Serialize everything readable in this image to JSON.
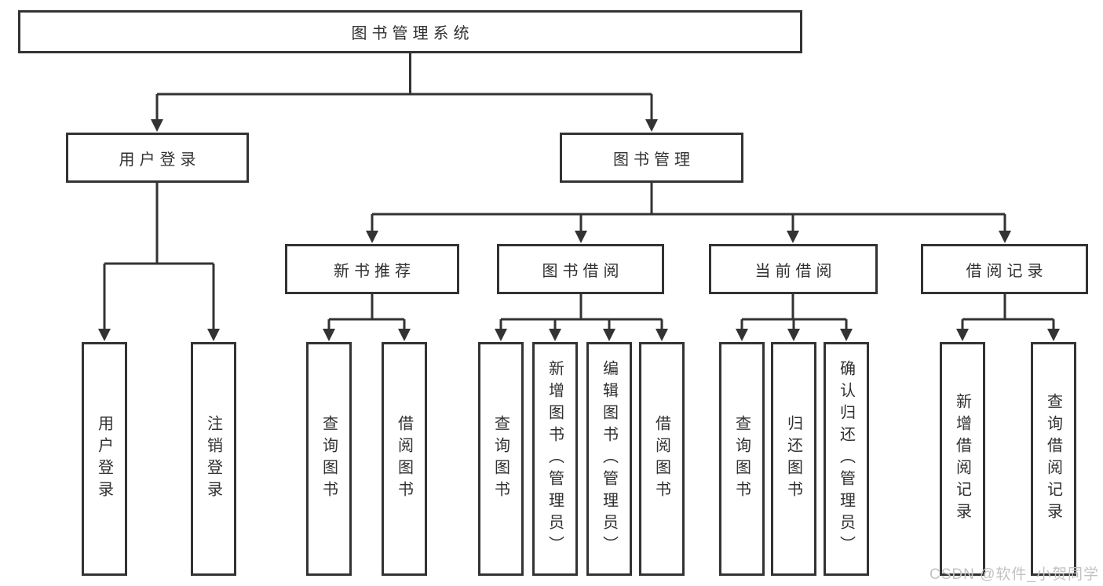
{
  "diagram": {
    "tree": {
      "root": {
        "label": "图书管理系统"
      },
      "children": [
        {
          "label": "用户登录",
          "children": [
            {
              "label": "用户登录"
            },
            {
              "label": "注销登录"
            }
          ]
        },
        {
          "label": "图书管理",
          "children": [
            {
              "label": "新书推荐",
              "children": [
                {
                  "label": "查询图书"
                },
                {
                  "label": "借阅图书"
                }
              ]
            },
            {
              "label": "图书借阅",
              "children": [
                {
                  "label": "查询图书"
                },
                {
                  "label": "新增图书（管理员）"
                },
                {
                  "label": "编辑图书（管理员）"
                },
                {
                  "label": "借阅图书"
                }
              ]
            },
            {
              "label": "当前借阅",
              "children": [
                {
                  "label": "查询图书"
                },
                {
                  "label": "归还图书"
                },
                {
                  "label": "确认归还（管理员）"
                }
              ]
            },
            {
              "label": "借阅记录",
              "children": [
                {
                  "label": "新增借阅记录"
                },
                {
                  "label": "查询借阅记录"
                }
              ]
            }
          ]
        }
      ]
    },
    "watermark": {
      "text": "CSDN @软件_小贺同学"
    },
    "colors": {
      "line": "#333333",
      "box_border": "#333333",
      "text": "#303030",
      "watermark": "#c2c2c4",
      "background": "#ffffff"
    }
  }
}
